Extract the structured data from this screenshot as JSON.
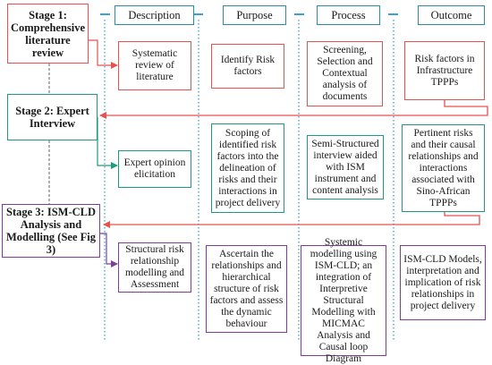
{
  "headers": {
    "description": "Description",
    "purpose": "Purpose",
    "process": "Process",
    "outcome": "Outcome"
  },
  "stages": {
    "stage1": "Stage 1: Comprehensive literature review",
    "stage2": "Stage 2: Expert Interview",
    "stage3": "Stage 3: ISM-CLD Analysis and Modelling (See Fig 3)"
  },
  "row1": {
    "description": "Systematic review of literature",
    "purpose": "Identify Risk factors",
    "process": "Screening, Selection and Contextual analysis of documents",
    "outcome": "Risk factors in Infrastructure TPPPs"
  },
  "row2": {
    "description": "Expert opinion elicitation",
    "purpose": "Scoping of identified risk factors into the delineation of risks and their interactions in project delivery",
    "process": "Semi-Structured interview aided with ISM instrument and content analysis",
    "outcome": "Pertinent risks and their causal relationships and interactions associated with Sino-African TPPPs"
  },
  "row3": {
    "description": "Structural risk relationship modelling and Assessment",
    "purpose": "Ascertain the relationships and hierarchical structure of risk factors and assess the dynamic behaviour",
    "process": "Systemic modelling using ISM-CLD; an integration of Interpretive Structural Modelling with MICMAC Analysis and Causal loop Diagram",
    "outcome": "ISM-CLD Models, interpretation and implication of risk relationships in project delivery"
  },
  "colors": {
    "red": "#e5524f",
    "teal": "#1e9a7f",
    "purple": "#7b3f98",
    "header_border": "#2e8ba6",
    "divider": "#3da0d6"
  }
}
